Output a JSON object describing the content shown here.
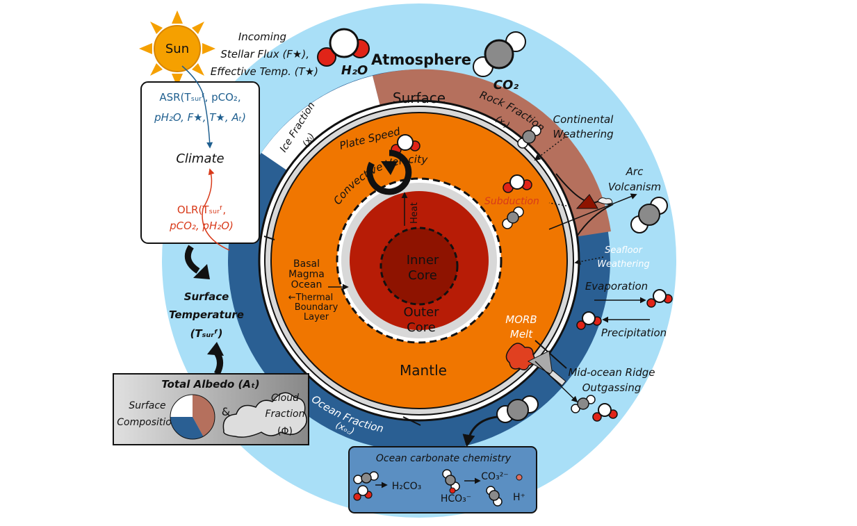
{
  "labels": {
    "sun": "Sun",
    "incoming_1": "Incoming",
    "incoming_2": "Stellar Flux (F★),",
    "incoming_3": "Effective Temp. (T★)",
    "h2o": "H₂O",
    "atmosphere": "Atmosphere",
    "co2": "CO₂",
    "surface": "Surface",
    "rock_fraction": "Rock Fraction",
    "rock_symbol": "(xᵣ)",
    "ice_fraction": "Ice Fraction",
    "ice_symbol": "(xᵢ)",
    "plate_speed": "Plate Speed",
    "convective_velocity": "Convective Velocity",
    "heat": "Heat",
    "inner_core_1": "Inner",
    "inner_core_2": "Core",
    "outer_core_1": "Outer",
    "outer_core_2": "Core",
    "mantle": "Mantle",
    "basal_1": "Basal",
    "basal_2": "Magma",
    "basal_3": "Ocean",
    "tbl_1": "←Thermal",
    "tbl_2": "Boundary",
    "tbl_3": "Layer",
    "subduction": "Subduction",
    "continental_1": "Continental",
    "continental_2": "Weathering",
    "arc_1": "Arc",
    "arc_2": "Volcanism",
    "seafloor_1": "Seafloor",
    "seafloor_2": "Weathering",
    "evaporation": "Evaporation",
    "precipitation": "Precipitation",
    "morb_1": "MORB",
    "morb_2": "Melt",
    "midocean_1": "Mid-ocean Ridge",
    "midocean_2": "Outgassing",
    "ocean_fraction": "Ocean Fraction",
    "ocean_symbol": "(xₒ꜀)",
    "asr_1": "ASR(Tₛᵤᵣᶠ, pCO₂,",
    "asr_2": "pH₂O, F★, T★, Aₜ)",
    "climate": "Climate",
    "olr_1": "OLR(Tₛᵤᵣᶠ,",
    "olr_2": "pCO₂, pH₂O)",
    "surface_temp_1": "Surface",
    "surface_temp_2": "Temperature",
    "surface_temp_3": "(Tₛᵤᵣᶠ)",
    "albedo_title": "Total Albedo (Aₜ)",
    "surface_comp_1": "Surface",
    "surface_comp_2": "Composition",
    "amp": "&",
    "cloud_1": "Cloud",
    "cloud_2": "Fraction",
    "cloud_3": "(Φ)",
    "ocean_chem_title": "Ocean carbonate chemistry",
    "h2co3": "H₂CO₃",
    "co3": "CO₃²⁻",
    "hco3": "HCO₃⁻",
    "h_plus": "H⁺"
  },
  "colors": {
    "atmosphere": "#a9dff7",
    "ocean": "#2a5f93",
    "rock": "#b5705d",
    "ice": "#ffffff",
    "crust": "#d8d8d8",
    "mantle": "#f07600",
    "outer_core": "#b71c06",
    "inner_core": "#8e1300",
    "sun": "#f5a000",
    "asr": "#1f5f8f",
    "olr": "#d83a1a",
    "oxygen": "#e02418",
    "carbon": "#8a8a8a"
  },
  "composition_pie": [
    {
      "name": "rock",
      "fraction": 0.42,
      "color": "#b5705d"
    },
    {
      "name": "ocean",
      "fraction": 0.33,
      "color": "#2a5f93"
    },
    {
      "name": "ice",
      "fraction": 0.25,
      "color": "#ffffff"
    }
  ]
}
